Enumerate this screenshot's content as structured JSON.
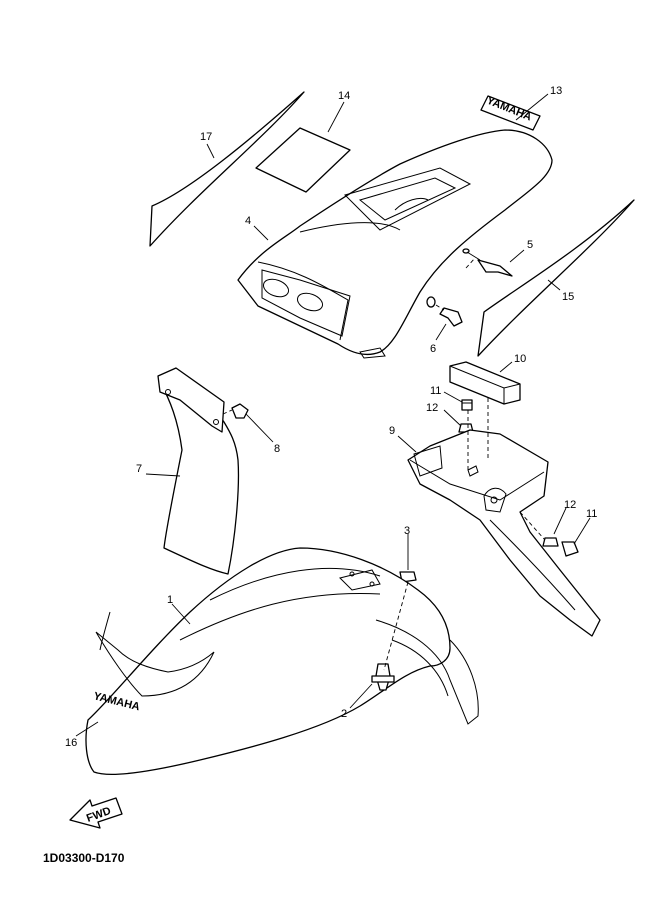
{
  "diagram_code": "1D03300-D170",
  "fwd_label": "FWD",
  "logo_text": "YAMAHA",
  "callouts": [
    "1",
    "2",
    "3",
    "4",
    "5",
    "6",
    "7",
    "8",
    "9",
    "10",
    "11",
    "11",
    "12",
    "12",
    "13",
    "14",
    "15",
    "16",
    "17"
  ]
}
